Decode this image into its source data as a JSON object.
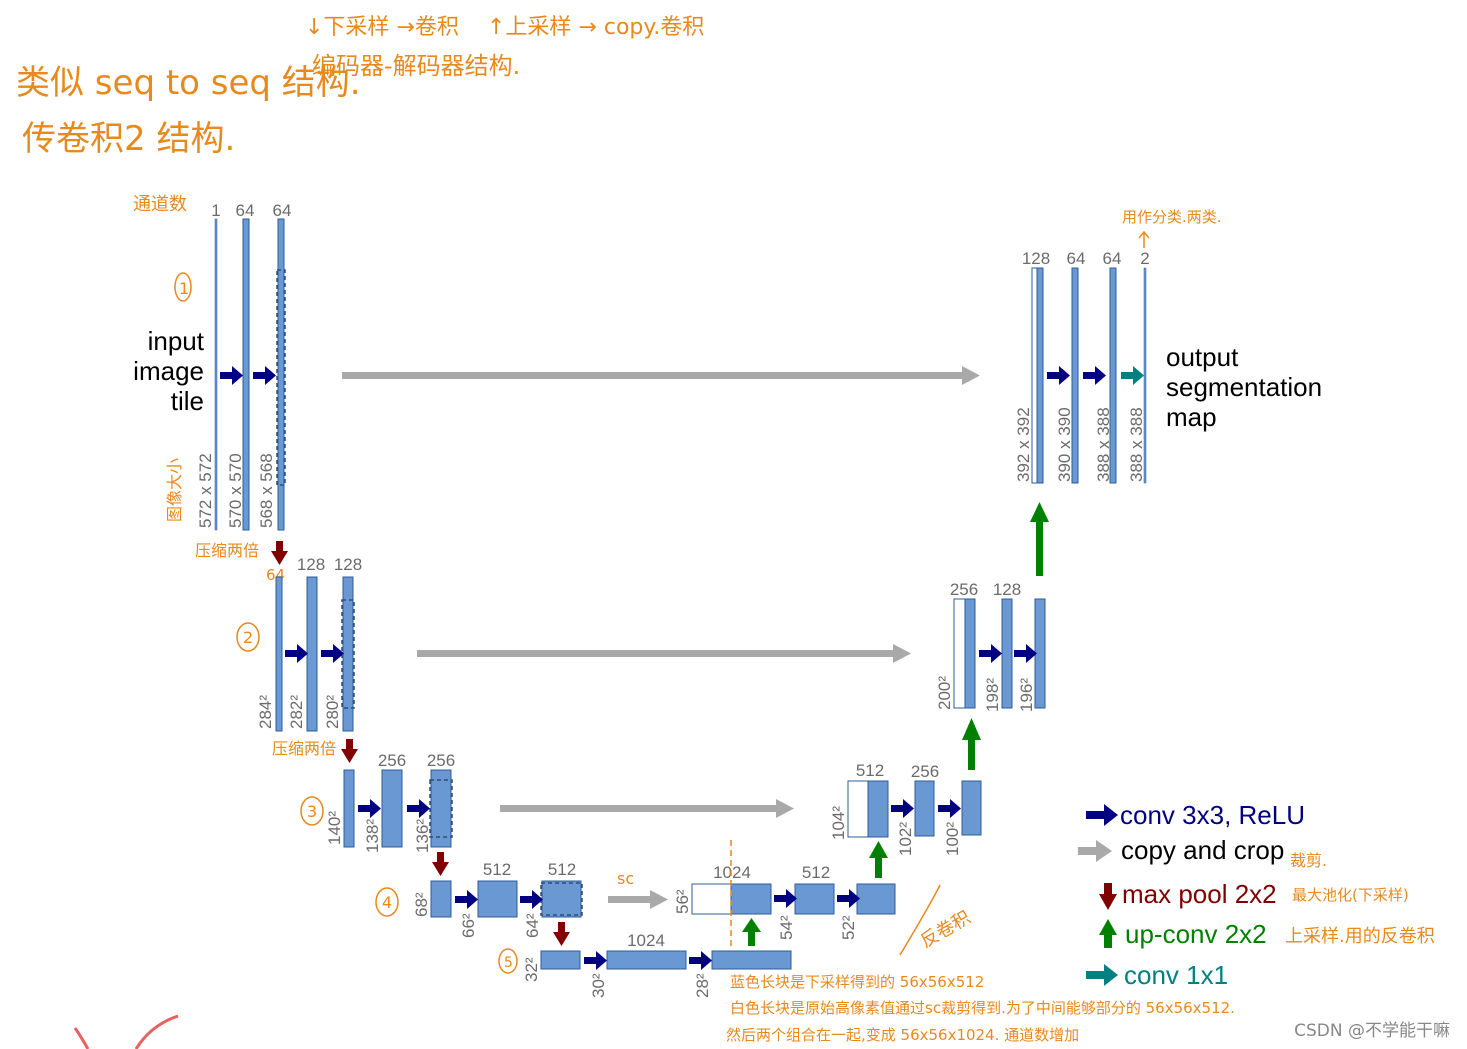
{
  "colors": {
    "conv": "#000080",
    "copy": "#a9a9a9",
    "maxpool": "#800000",
    "upconv": "#008000",
    "conv1x1": "#008080",
    "featuremap": "#6a98d2",
    "annotation": "#e8891c"
  },
  "labels": {
    "input": [
      "input",
      "image",
      "tile"
    ],
    "output": [
      "output",
      "segmentation",
      "map"
    ],
    "watermark": "CSDN @不学能干嘛"
  },
  "channels": {
    "l1": [
      "1",
      "64",
      "64"
    ],
    "l2": [
      "128",
      "128"
    ],
    "l3": [
      "256",
      "256"
    ],
    "l4": [
      "512",
      "512"
    ],
    "l5": [
      "1024"
    ],
    "u4": [
      "1024",
      "512"
    ],
    "u3": [
      "512",
      "256"
    ],
    "u2": [
      "256",
      "128"
    ],
    "u1": [
      "128",
      "64",
      "64",
      "2"
    ]
  },
  "sizes": {
    "l1": [
      "572 x 572",
      "570 x 570",
      "568 x 568"
    ],
    "l2": [
      "284²",
      "282²",
      "280²"
    ],
    "l3": [
      "140²",
      "138²",
      "136²"
    ],
    "l4": [
      "68²",
      "66²",
      "64²"
    ],
    "l5": [
      "32²",
      "30²",
      "28²"
    ],
    "u4": [
      "56²",
      "54²",
      "52²"
    ],
    "u3": [
      "104²",
      "102²",
      "100²"
    ],
    "u2": [
      "200²",
      "198²",
      "196²"
    ],
    "u1": [
      "392 x 392",
      "390 x 390",
      "388 x 388",
      "388 x 388"
    ]
  },
  "legend": [
    {
      "arrow": "conv",
      "label": "conv 3x3, ReLU"
    },
    {
      "arrow": "copy",
      "label": "copy and crop"
    },
    {
      "arrow": "maxpool",
      "label": "max pool 2x2"
    },
    {
      "arrow": "upconv",
      "label": "up-conv 2x2"
    },
    {
      "arrow": "conv1x1",
      "label": "conv 1x1"
    }
  ],
  "annotations": {
    "title1": "类似 seq to seq 结构.",
    "title2": "编码器-解码器结构.",
    "title3": "传卷积2 结构.",
    "down_note": "↓下采样 →卷积",
    "up_note": "↑上采样 → copy.卷积",
    "channel_count": "通道数",
    "image_size": "图像大小",
    "usage_note": "用作分类.两类.",
    "compress1": "压缩两倍",
    "compress2": "压缩两倍",
    "sixty_four": "64",
    "stage_1": "1",
    "stage_2": "2",
    "stage_3": "3",
    "stage_4": "4",
    "stage_5": "5",
    "sc": "sc",
    "deconv": "反卷积",
    "crop_note": "裁剪.",
    "maxpool_note": "最大池化(下采样)",
    "upconv_note": "上采样.用的反卷积",
    "bottom_note_1": "蓝色长块是下采样得到的 56x56x512",
    "bottom_note_2": "白色长块是原始高像素值通过sc裁剪得到.为了中间能够部分的 56x56x512.",
    "bottom_note_3": "然后两个组合在一起,变成 56x56x1024. 通道数增加"
  }
}
